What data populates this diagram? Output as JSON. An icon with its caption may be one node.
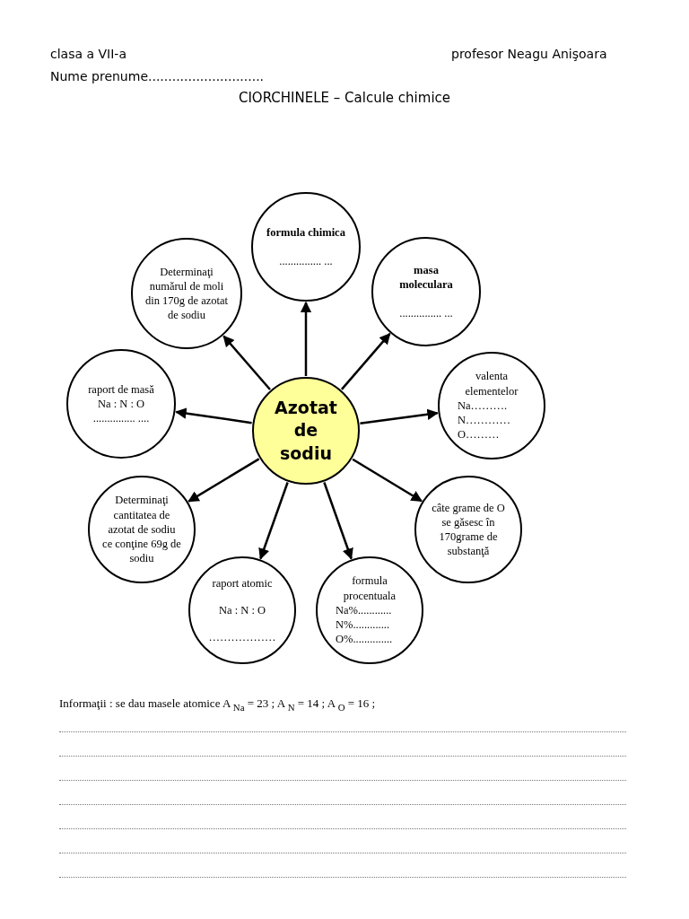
{
  "diagram": {
    "title": "CIORCHINELE – Calcule chimice",
    "nodes": [
      {
        "text": [
          "Azotat de sodiu"
        ]
      },
      {
        "text": [
          "formula chimica",
          "............... ..."
        ]
      },
      {
        "text": [
          "masa moleculara",
          "............... ..."
        ]
      },
      {
        "text": [
          "valenta elementelor",
          "Na……….",
          "N…………",
          "O………"
        ]
      },
      {
        "text": [
          "câte grame de O se găsesc în 170grame de substanţă"
        ]
      },
      {
        "text": [
          "formula procentuala",
          "Na%............",
          "N%.............",
          "O%.............."
        ]
      },
      {
        "text": [
          "raport atomic",
          "Na : N : O",
          "………………"
        ]
      },
      {
        "text": [
          "Determinaţi cantitatea de azotat de sodiu ce conţine 69g de sodiu"
        ]
      },
      {
        "text": [
          "raport de masă",
          "Na : N : O",
          "............... ...."
        ]
      },
      {
        "text": [
          "Determinaţi numărul de moli din 170g de azotat de sodiu"
        ]
      }
    ],
    "edges": [
      {
        "from": 0,
        "to": 1,
        "arrow": "to"
      },
      {
        "from": 0,
        "to": 2,
        "arrow": "to"
      },
      {
        "from": 0,
        "to": 3,
        "arrow": "to"
      },
      {
        "from": 0,
        "to": 4,
        "arrow": "to"
      },
      {
        "from": 0,
        "to": 5,
        "arrow": "to"
      },
      {
        "from": 0,
        "to": 6,
        "arrow": "to"
      },
      {
        "from": 0,
        "to": 7,
        "arrow": "to"
      },
      {
        "from": 0,
        "to": 8,
        "arrow": "to"
      },
      {
        "from": 0,
        "to": 9,
        "arrow": "to"
      }
    ],
    "labels": [
      "clasa a VII-a",
      "profesor Neagu Anişoara",
      "Nume prenume.............................",
      "Informaţii : se dau masele atomice A $_{Na}$ = 23 ; A $_{N}$ = 14 ; A $_{O}$ = 16 ;"
    ]
  }
}
